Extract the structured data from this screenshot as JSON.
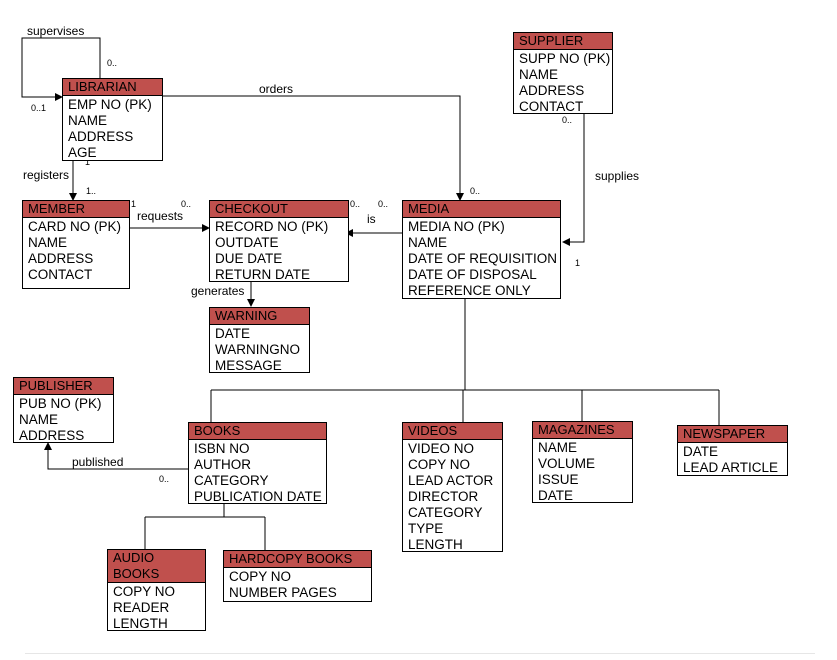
{
  "entities": {
    "librarian": {
      "title": "LIBRARIAN",
      "attrs": [
        "EMP NO (PK)",
        "NAME",
        "ADDRESS",
        "AGE"
      ]
    },
    "supplier": {
      "title": "SUPPLIER",
      "attrs": [
        "SUPP NO (PK)",
        "NAME",
        "ADDRESS",
        "CONTACT"
      ]
    },
    "member": {
      "title": "MEMBER",
      "attrs": [
        "CARD NO (PK)",
        "NAME",
        "ADDRESS",
        "CONTACT"
      ]
    },
    "checkout": {
      "title": "CHECKOUT",
      "attrs": [
        "RECORD NO (PK)",
        "OUTDATE",
        "DUE DATE",
        "RETURN DATE"
      ]
    },
    "media": {
      "title": "MEDIA",
      "attrs": [
        "MEDIA NO (PK)",
        "NAME",
        "DATE OF REQUISITION",
        "DATE OF DISPOSAL",
        "REFERENCE ONLY"
      ]
    },
    "warning": {
      "title": "WARNING",
      "attrs": [
        "DATE",
        "WARNINGNO",
        "MESSAGE"
      ]
    },
    "publisher": {
      "title": "PUBLISHER",
      "attrs": [
        "PUB NO (PK)",
        "NAME",
        "ADDRESS"
      ]
    },
    "books": {
      "title": "BOOKS",
      "attrs": [
        "ISBN NO",
        "AUTHOR",
        "CATEGORY",
        "PUBLICATION DATE"
      ]
    },
    "videos": {
      "title": "VIDEOS",
      "attrs": [
        "VIDEO NO",
        "COPY NO",
        "LEAD ACTOR",
        "DIRECTOR",
        "CATEGORY",
        "TYPE",
        "LENGTH"
      ]
    },
    "magazines": {
      "title": "MAGAZINES",
      "attrs": [
        "NAME",
        "VOLUME",
        "ISSUE",
        "DATE"
      ]
    },
    "newspaper": {
      "title": "NEWSPAPER",
      "attrs": [
        "DATE",
        "LEAD ARTICLE"
      ]
    },
    "audio_books": {
      "title_line1": "AUDIO",
      "title_line2": "BOOKS",
      "attrs": [
        "COPY NO",
        "READER",
        "LENGTH"
      ]
    },
    "hardcopy_books": {
      "title": "HARDCOPY BOOKS",
      "attrs": [
        "COPY NO",
        "NUMBER PAGES"
      ]
    }
  },
  "relationships": {
    "supervises": "supervises",
    "orders": "orders",
    "registers": "registers",
    "requests": "requests",
    "is": "is",
    "supplies": "supplies",
    "generates": "generates",
    "published": "published"
  },
  "cardinalities": {
    "supervises_one": "0..",
    "supervises_many": "0..1",
    "registers_many": "1..",
    "registers_one": "1",
    "requests_member": "1",
    "requests_checkout": "0..",
    "is_checkout": "0..",
    "is_media": "0..",
    "orders_media": "0..",
    "supplies_supplier": "0..",
    "supplies_media": "1",
    "published_books": "0.."
  }
}
